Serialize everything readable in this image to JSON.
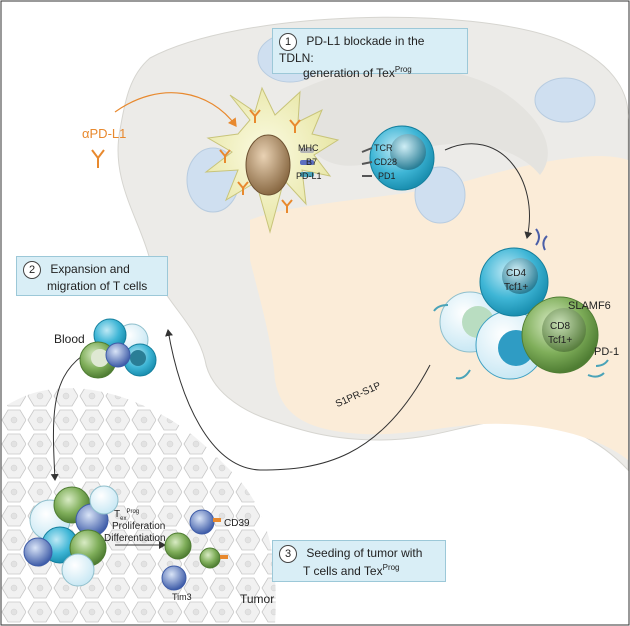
{
  "steps": [
    {
      "num": "1",
      "line1": "PD-L1 blockade in the TDLN:",
      "line2": "generation of Tex",
      "sup": "Prog"
    },
    {
      "num": "2",
      "line1": "Expansion and",
      "line2": "migration of T cells"
    },
    {
      "num": "3",
      "line1": "Seeding of tumor with",
      "line2": "T cells and Tex",
      "sup": "Prog"
    }
  ],
  "labels": {
    "antibody": "αPD-L1",
    "mhc": "MHC",
    "b7": "B7",
    "pdl1": "PD-L1",
    "tcr": "TCR",
    "cd28": "CD28",
    "pd1_receptor": "PD1",
    "cd4": "CD4",
    "cd4_tcf": "Tcf1+",
    "cd8": "CD8",
    "cd8_tcf": "Tcf1+",
    "slamf6": "SLAMF6",
    "pd1": "PD-1",
    "s1pr": "S1PR-S1P",
    "blood": "Blood",
    "tex": "T",
    "tex_sub": "ex",
    "tex_sup": "Prog",
    "proliferation": "Proliferation",
    "differentiation": "Differentiation",
    "cd39": "CD39",
    "tim3": "Tim3",
    "tumor": "Tumor"
  },
  "colors": {
    "antibody": "#e8892e",
    "box": "#d9eef6",
    "lymph_node": "#ecebe8",
    "paracortex": "#fbecd8",
    "dc": "#f2f0b8",
    "tcell_cyan": "#1ea8c8",
    "tcell_green": "#6c9a4a"
  }
}
